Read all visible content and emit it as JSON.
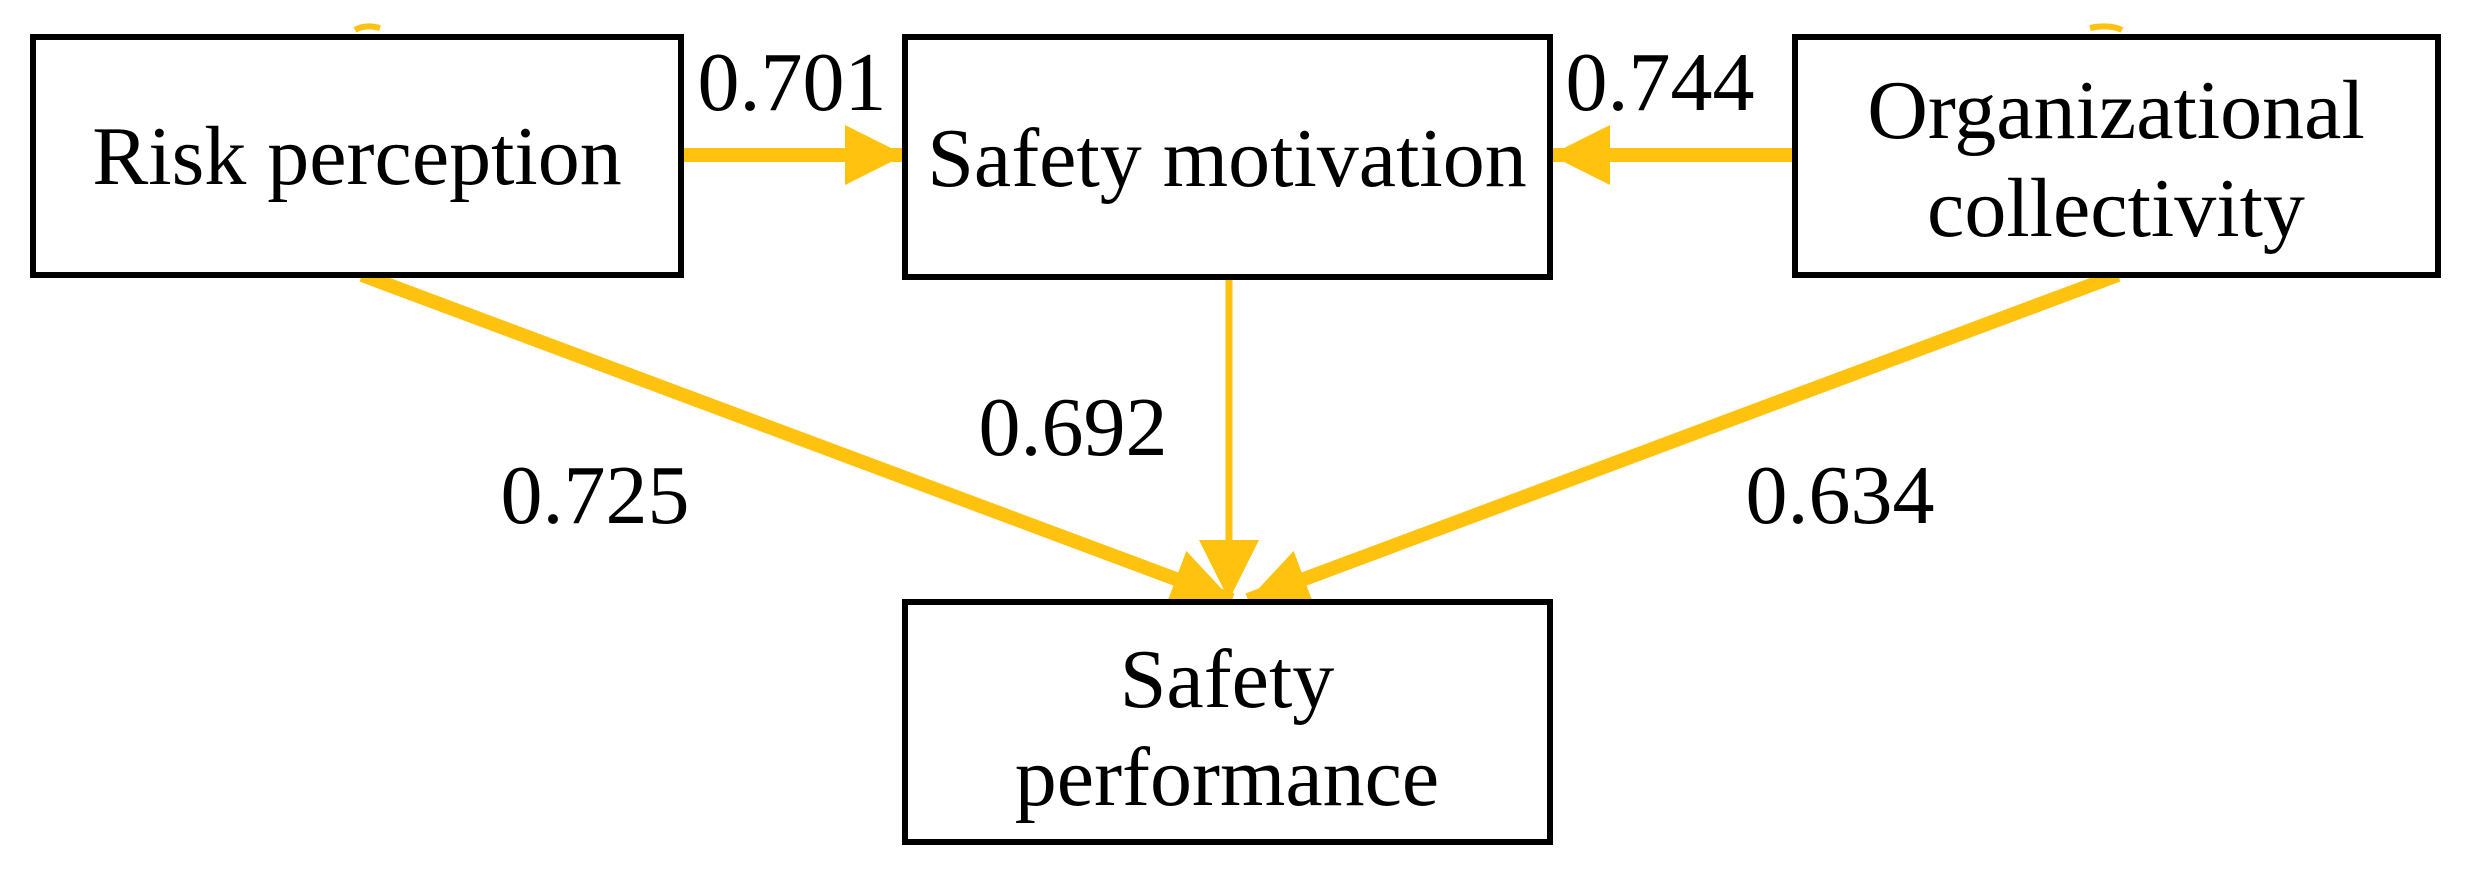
{
  "colors": {
    "arrow": "#FFC20E",
    "box_border": "#000000",
    "text": "#000000",
    "background": "#ffffff"
  },
  "nodes": {
    "risk_perception": {
      "lines": [
        "Risk perception"
      ]
    },
    "safety_motivation": {
      "lines": [
        "Safety motivation"
      ]
    },
    "organizational_collectivity": {
      "lines": [
        "Organizational",
        "collectivity"
      ]
    },
    "safety_performance": {
      "lines": [
        "Safety",
        "performance"
      ]
    }
  },
  "paths": {
    "risk_to_motivation": {
      "from": "Risk perception",
      "to": "Safety motivation",
      "coefficient": "0.701"
    },
    "collectivity_to_motivation": {
      "from": "Organizational collectivity",
      "to": "Safety motivation",
      "coefficient": "0.744"
    },
    "risk_to_performance": {
      "from": "Risk perception",
      "to": "Safety performance",
      "coefficient": "0.725"
    },
    "motivation_to_performance": {
      "from": "Safety motivation",
      "to": "Safety performance",
      "coefficient": "0.692"
    },
    "collectivity_to_performance": {
      "from": "Organizational collectivity",
      "to": "Safety performance",
      "coefficient": "0.634"
    }
  }
}
